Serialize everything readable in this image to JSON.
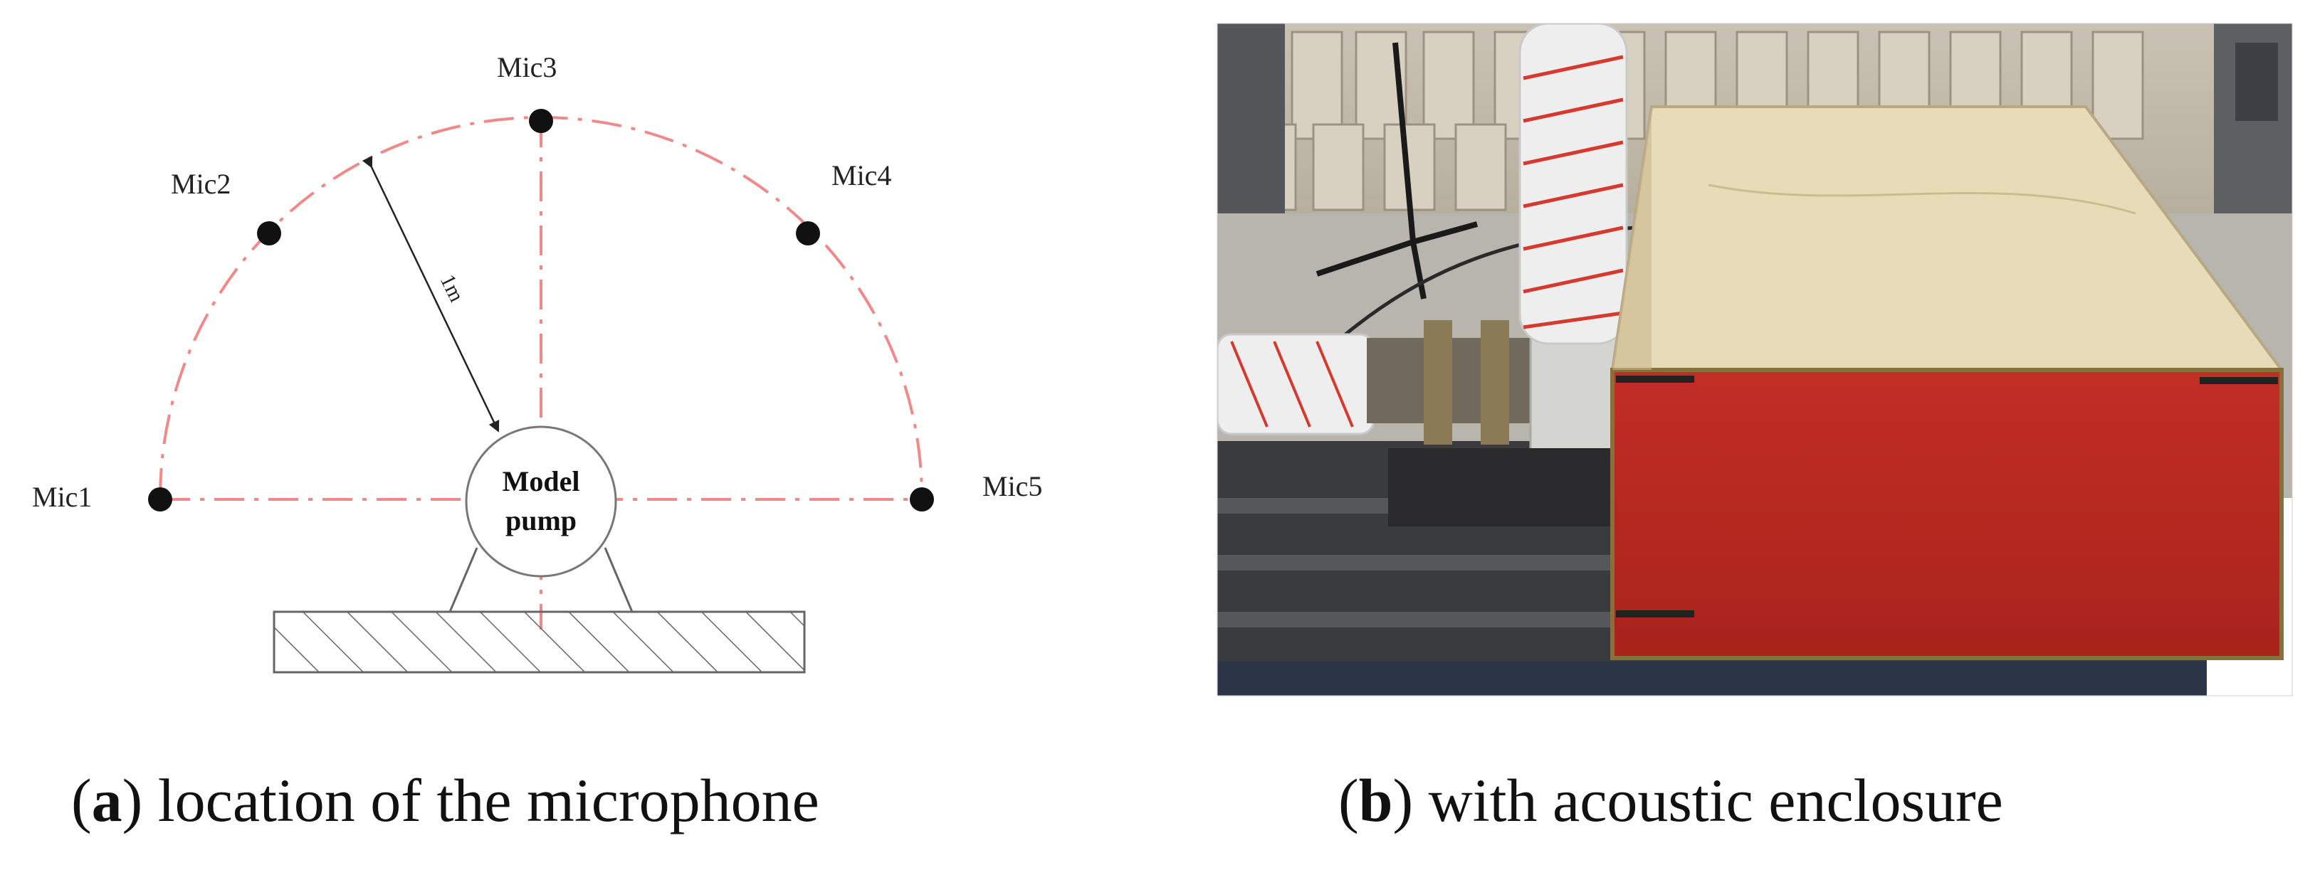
{
  "panel_a": {
    "microphones": [
      {
        "label": "Mic1"
      },
      {
        "label": "Mic2"
      },
      {
        "label": "Mic3"
      },
      {
        "label": "Mic4"
      },
      {
        "label": "Mic5"
      }
    ],
    "pump_label_line1": "Model",
    "pump_label_line2": "pump",
    "radius_label": "1m",
    "caption_letter": "a",
    "caption_text": " location of the microphone",
    "arc_color": "#f08a8a"
  },
  "panel_b": {
    "caption_letter": "b",
    "caption_text": " with acoustic enclosure",
    "enclosure_color": "#d63a2f",
    "lid_color": "#e8dcb8"
  }
}
